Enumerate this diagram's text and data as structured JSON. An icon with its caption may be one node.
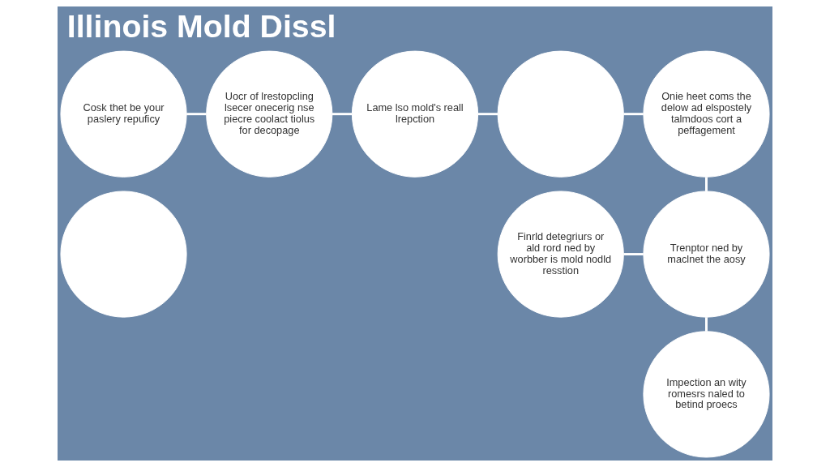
{
  "diagram": {
    "title": "Illinois Mold Dissl",
    "nodes": [
      {
        "text": [],
        "shape": "circle"
      },
      {
        "text": [
          "Cosk thet be your paslery repuficy"
        ]
      },
      {
        "text": [
          "Uocr of lrestopcling lsecer onecerig nse piecre coolact tiolus for decopage"
        ]
      },
      {
        "text": [
          "Lame lso mold's reall lrepction"
        ]
      },
      {
        "text": [],
        "shape": "circle"
      },
      {
        "text": [
          "Onie heet coms the delow ad elspostely talmdoos cort a peffagement"
        ]
      },
      {
        "text": [
          "Finrld detegriurs or ald rord ned by worbber is mold nodld resstion"
        ]
      },
      {
        "text": [
          "Trenptor ned by maclnet the aosy"
        ]
      },
      {
        "text": [
          "Impection an wity romesrs naled to betind proecs"
        ]
      }
    ],
    "edges": [
      {
        "from": 1,
        "to": 2,
        "arrow": "none"
      },
      {
        "from": 2,
        "to": 3,
        "arrow": "none"
      },
      {
        "from": 3,
        "to": 4,
        "arrow": "none"
      },
      {
        "from": 4,
        "to": 5,
        "arrow": "none"
      },
      {
        "from": 5,
        "to": 7,
        "arrow": "none"
      },
      {
        "from": 6,
        "to": 7,
        "arrow": "none"
      },
      {
        "from": 7,
        "to": 8,
        "arrow": "none"
      }
    ]
  }
}
